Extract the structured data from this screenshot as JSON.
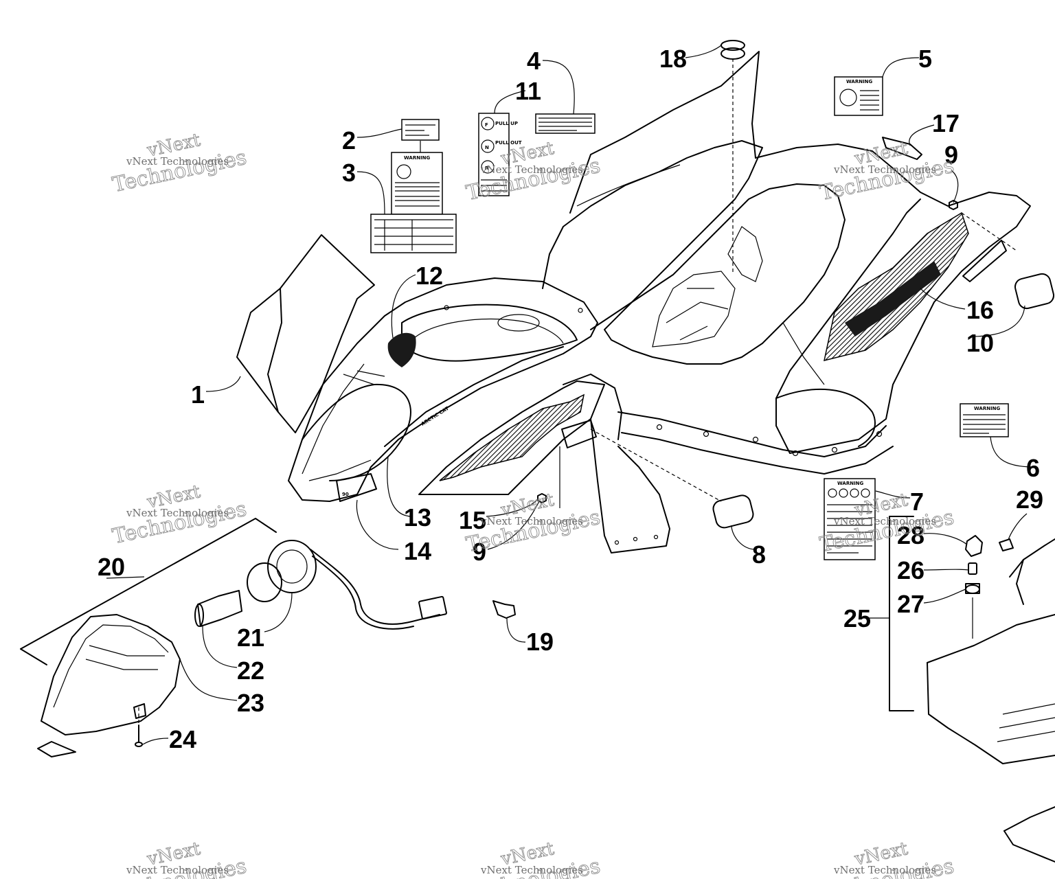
{
  "callouts": [
    {
      "id": "1",
      "label": "1"
    },
    {
      "id": "2",
      "label": "2"
    },
    {
      "id": "3",
      "label": "3"
    },
    {
      "id": "4",
      "label": "4"
    },
    {
      "id": "5",
      "label": "5"
    },
    {
      "id": "6",
      "label": "6"
    },
    {
      "id": "7",
      "label": "7"
    },
    {
      "id": "8",
      "label": "8"
    },
    {
      "id": "9a",
      "label": "9"
    },
    {
      "id": "9b",
      "label": "9"
    },
    {
      "id": "10",
      "label": "10"
    },
    {
      "id": "11",
      "label": "11"
    },
    {
      "id": "12",
      "label": "12"
    },
    {
      "id": "13",
      "label": "13"
    },
    {
      "id": "14",
      "label": "14"
    },
    {
      "id": "15",
      "label": "15"
    },
    {
      "id": "16",
      "label": "16"
    },
    {
      "id": "17",
      "label": "17"
    },
    {
      "id": "18",
      "label": "18"
    },
    {
      "id": "19",
      "label": "19"
    },
    {
      "id": "20",
      "label": "20"
    },
    {
      "id": "21",
      "label": "21"
    },
    {
      "id": "22",
      "label": "22"
    },
    {
      "id": "23",
      "label": "23"
    },
    {
      "id": "24",
      "label": "24"
    },
    {
      "id": "25",
      "label": "25"
    },
    {
      "id": "26",
      "label": "26"
    },
    {
      "id": "27",
      "label": "27"
    },
    {
      "id": "28",
      "label": "28"
    },
    {
      "id": "29",
      "label": "29"
    }
  ],
  "watermark": {
    "line1": "vNext",
    "line2": "Technologies",
    "small": "vNext Technologies"
  },
  "decals": {
    "warning": "WARNING",
    "brand": "ARCTIC CAT",
    "model_mark": "90",
    "gear": [
      "F",
      "N",
      "R"
    ],
    "gear_text": [
      "PULL UP",
      "PULL OUT"
    ]
  }
}
